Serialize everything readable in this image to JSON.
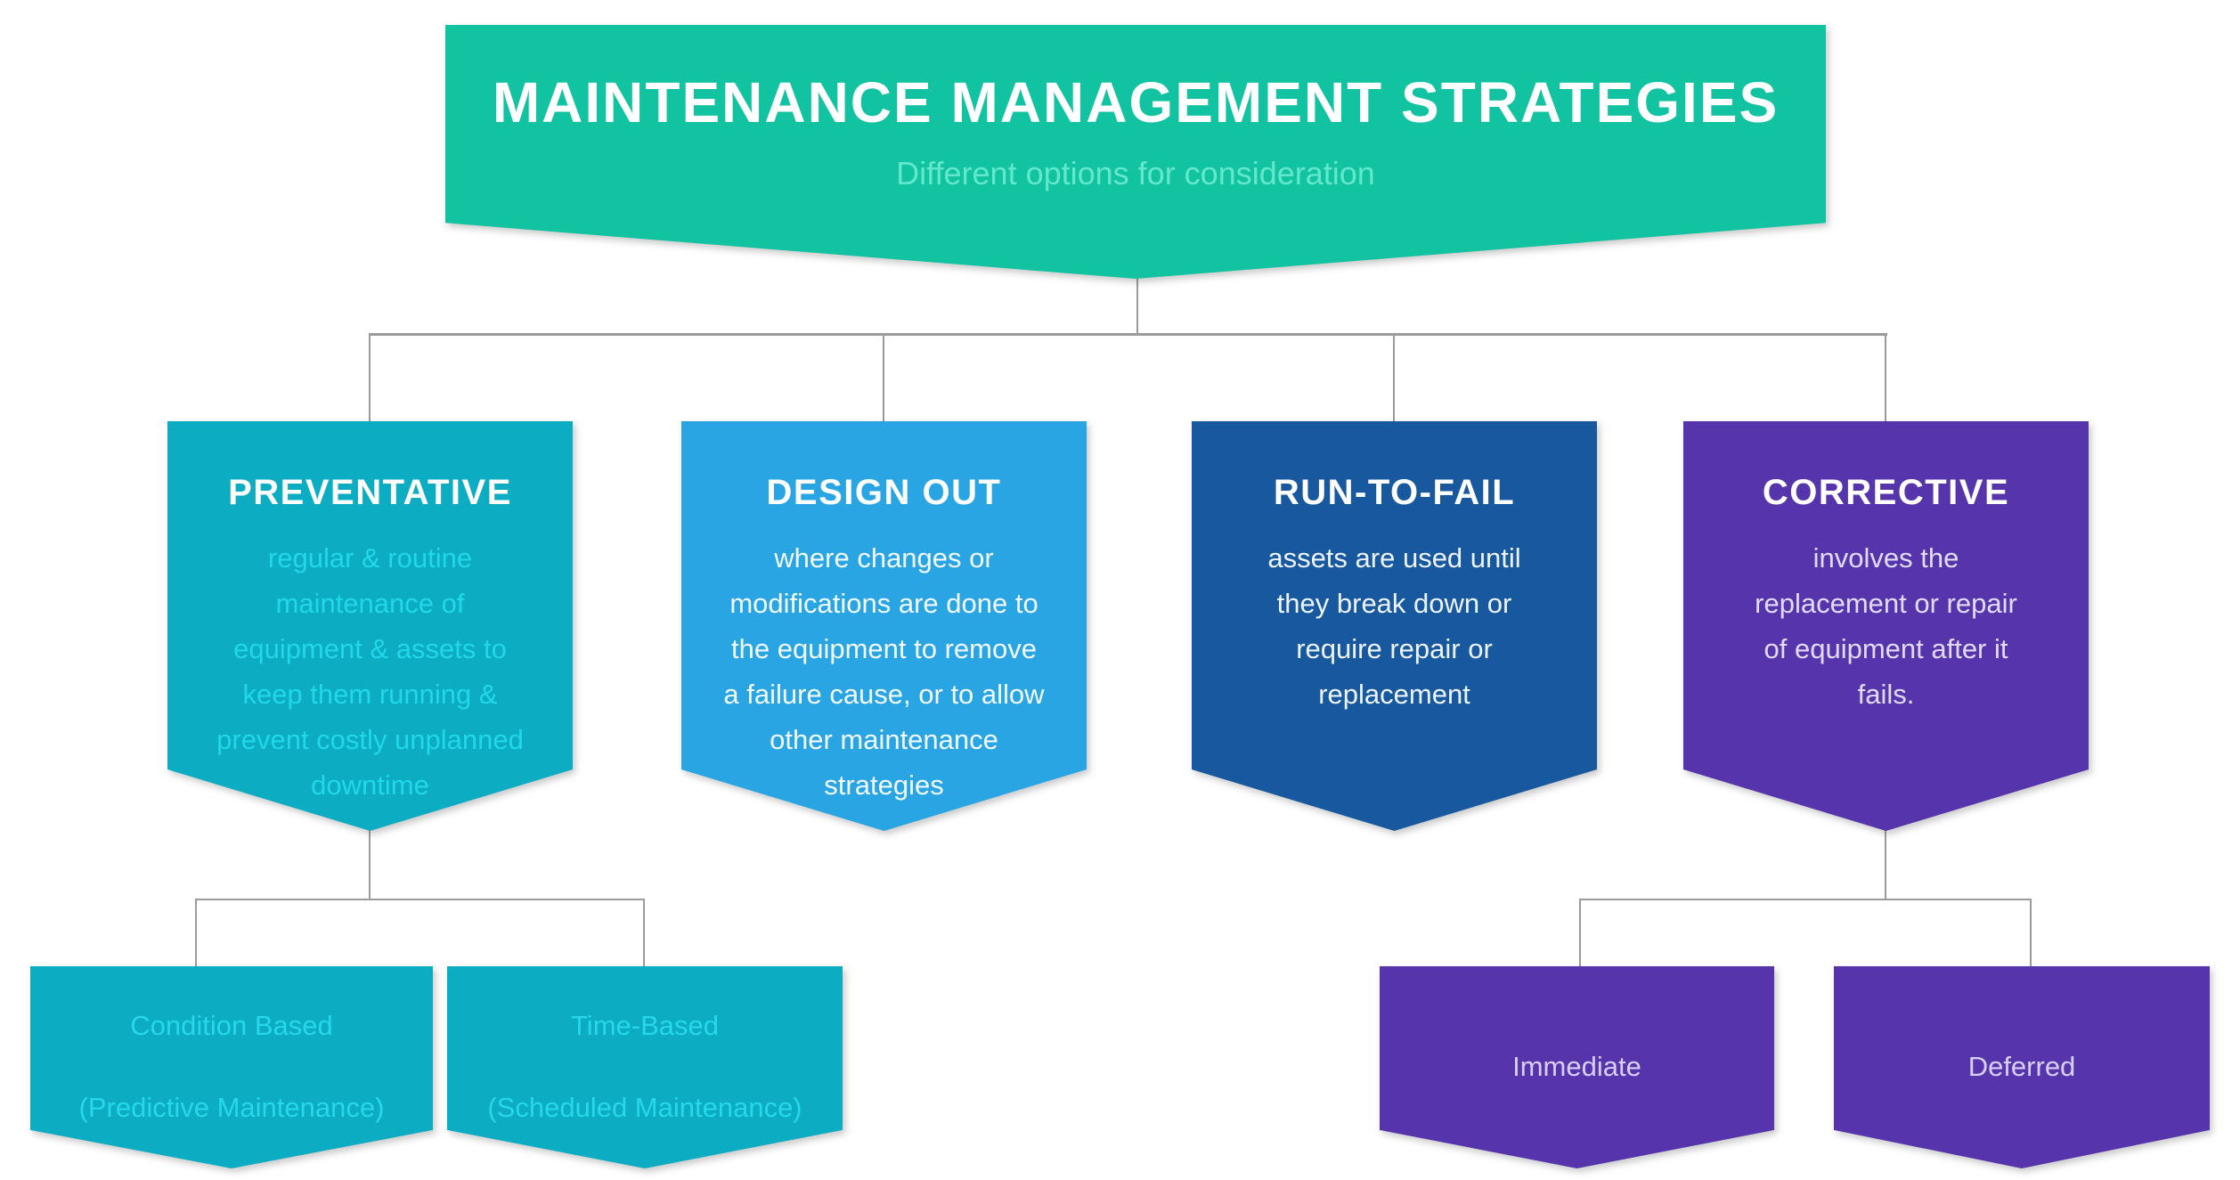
{
  "diagram": {
    "root": {
      "title": "MAINTENANCE MANAGEMENT STRATEGIES",
      "subtitle": "Different options for consideration",
      "color": "#12C3A2",
      "subtitle_color": "#63E8CE"
    },
    "connector_color": "#9B9B9B",
    "strategies": [
      {
        "title": "PREVENTATIVE",
        "body": "regular & routine\nmaintenance of\nequipment & assets to\nkeep them running &\nprevent costly unplanned\ndowntime",
        "color": "#0CACC2",
        "body_color": "#21D8EA"
      },
      {
        "title": "DESIGN OUT",
        "body": "where changes or\nmodifications are done to\nthe equipment to remove\na failure cause, or to allow\nother maintenance\nstrategies",
        "color": "#29A5E3",
        "body_color": "#F2FAFE"
      },
      {
        "title": "RUN-TO-FAIL",
        "body": "assets are used until\nthey break down or\nrequire repair or\nreplacement",
        "color": "#17589E",
        "body_color": "#EDF3FA"
      },
      {
        "title": "CORRECTIVE",
        "body": "involves the\nreplacement or repair\nof equipment after it\nfails.",
        "color": "#5635AC",
        "body_color": "#E2DBF5"
      }
    ],
    "preventative_children": [
      {
        "label": "Condition Based\n(Predictive Maintenance)",
        "color": "#0CACC2",
        "text_color": "#26D8EA"
      },
      {
        "label": "Time-Based\n(Scheduled Maintenance)",
        "color": "#0CACC2",
        "text_color": "#26D8EA"
      }
    ],
    "corrective_children": [
      {
        "label": "Immediate",
        "color": "#5635AC",
        "text_color": "#D8CFF2"
      },
      {
        "label": "Deferred",
        "color": "#5635AC",
        "text_color": "#D8CFF2"
      }
    ]
  }
}
